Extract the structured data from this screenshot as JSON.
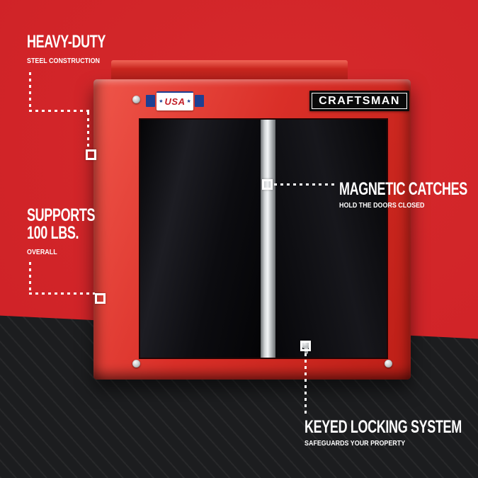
{
  "colors": {
    "background_red": "#ce2127",
    "background_dark": "#1c1d1f",
    "cabinet_red": "#da2f28",
    "steel_silver": "#d9dcde",
    "text_white": "#ffffff",
    "badge_blue": "#1e3f93"
  },
  "icons": {
    "star": "★"
  },
  "cabinet": {
    "brand": "CRAFTSMAN",
    "usa_badge": "USA"
  },
  "callouts": {
    "heavy_duty": {
      "title": "HEAVY-DUTY",
      "subtitle": "STEEL CONSTRUCTION"
    },
    "supports": {
      "line1": "SUPPORTS",
      "line2": "100 LBS.",
      "subtitle": "OVERALL"
    },
    "magnetic_catches": {
      "title": "MAGNETIC CATCHES",
      "subtitle": "HOLD THE DOORS CLOSED"
    },
    "keyed_locking": {
      "title": "KEYED LOCKING SYSTEM",
      "subtitle": "SAFEGUARDS YOUR PROPERTY"
    }
  }
}
